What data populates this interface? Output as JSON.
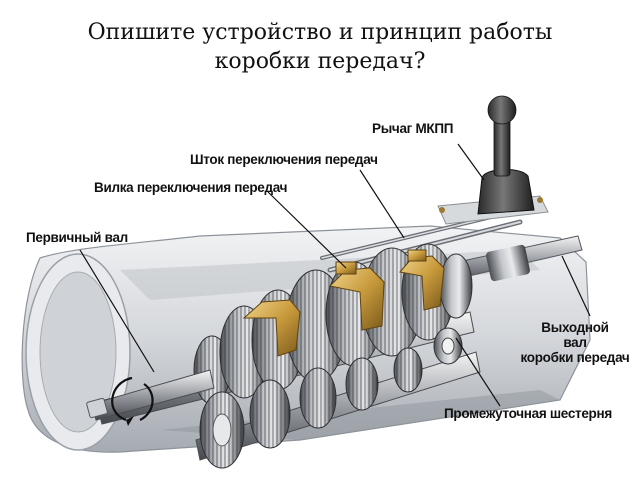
{
  "slide": {
    "title_lines": [
      "Опишите устройство и принцип работы",
      "коробки передач?"
    ]
  },
  "diagram": {
    "labels": {
      "shift_lever": "Рычаг МКПП",
      "shift_rod": "Шток переключения передач",
      "shift_fork": "Вилка переключения передач",
      "input_shaft": "Первичный вал",
      "output_shaft": [
        "Выходной",
        "вал",
        "коробки передач"
      ],
      "intermediate_gear": "Промежуточная шестерня"
    }
  }
}
